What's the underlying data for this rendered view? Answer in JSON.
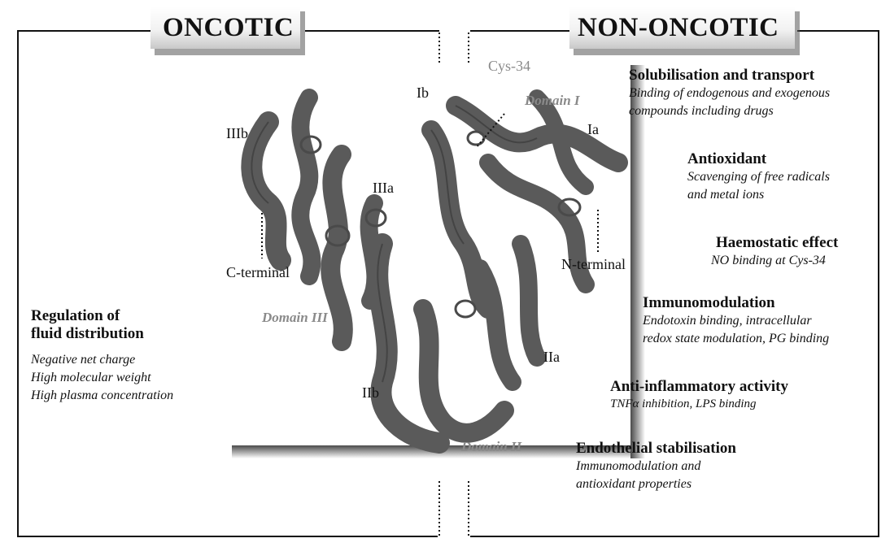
{
  "oncotic": {
    "title": "ONCOTIC",
    "feature_title_line1": "Regulation of",
    "feature_title_line2": "fluid distribution",
    "points": [
      "Negative net charge",
      "High molecular weight",
      "High plasma concentration"
    ]
  },
  "non_oncotic": {
    "title": "NON-ONCOTIC",
    "features": [
      {
        "title": "Solubilisation and transport",
        "desc": [
          "Binding of endogenous and exogenous",
          "compounds including drugs"
        ]
      },
      {
        "title": "Antioxidant",
        "desc": [
          "Scavenging of free radicals",
          "and metal ions"
        ]
      },
      {
        "title": "Haemostatic effect",
        "desc": [
          "NO binding at Cys-34"
        ]
      },
      {
        "title": "Immunomodulation",
        "desc": [
          "Endotoxin binding, intracellular",
          "redox state modulation, PG binding"
        ]
      },
      {
        "title": "Anti-inflammatory activity",
        "desc": [
          "TNFα inhibition, LPS binding"
        ]
      },
      {
        "title": "Endothelial stabilisation",
        "desc": [
          "Immunomodulation and",
          "antioxidant properties"
        ]
      }
    ]
  },
  "protein": {
    "subdomains": [
      "Ib",
      "Ia",
      "IIIb",
      "IIIa",
      "IIa",
      "IIb"
    ],
    "termini": [
      "C-terminal",
      "N-terminal"
    ],
    "domains": [
      "Domain I",
      "Domain II",
      "Domain III"
    ],
    "residue": "Cys-34"
  },
  "colors": {
    "frame": "#111111",
    "protein": "#595959",
    "domain_label": "#8a8a8a"
  }
}
